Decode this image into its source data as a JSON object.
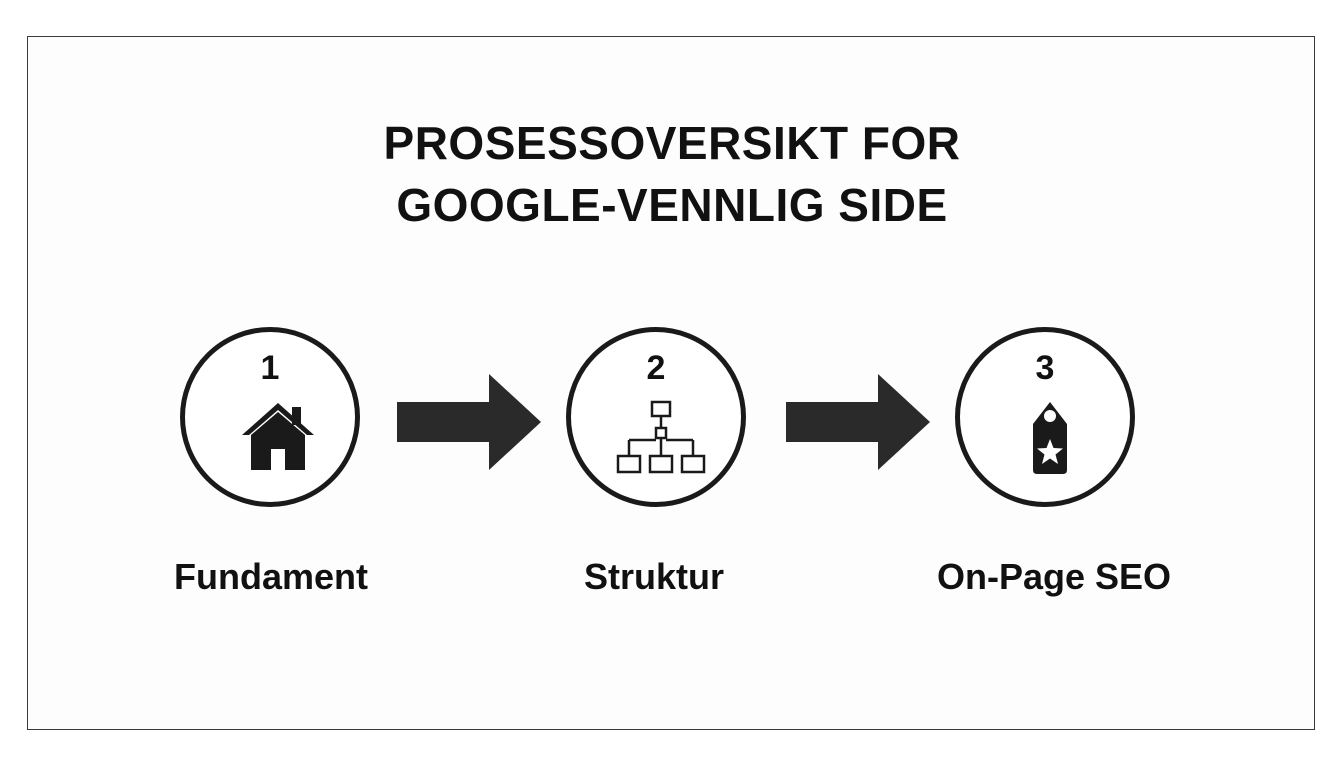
{
  "title": {
    "line1": "PROSESSOVERSIKT FOR",
    "line2": "GOOGLE-VENNLIG SIDE"
  },
  "steps": [
    {
      "number": "1",
      "label": "Fundament",
      "icon": "house-icon"
    },
    {
      "number": "2",
      "label": "Struktur",
      "icon": "sitemap-icon"
    },
    {
      "number": "3",
      "label": "On-Page SEO",
      "icon": "star-tag-icon"
    }
  ],
  "colors": {
    "stroke": "#1a1a1a",
    "text": "#111111",
    "background": "#ffffff"
  }
}
